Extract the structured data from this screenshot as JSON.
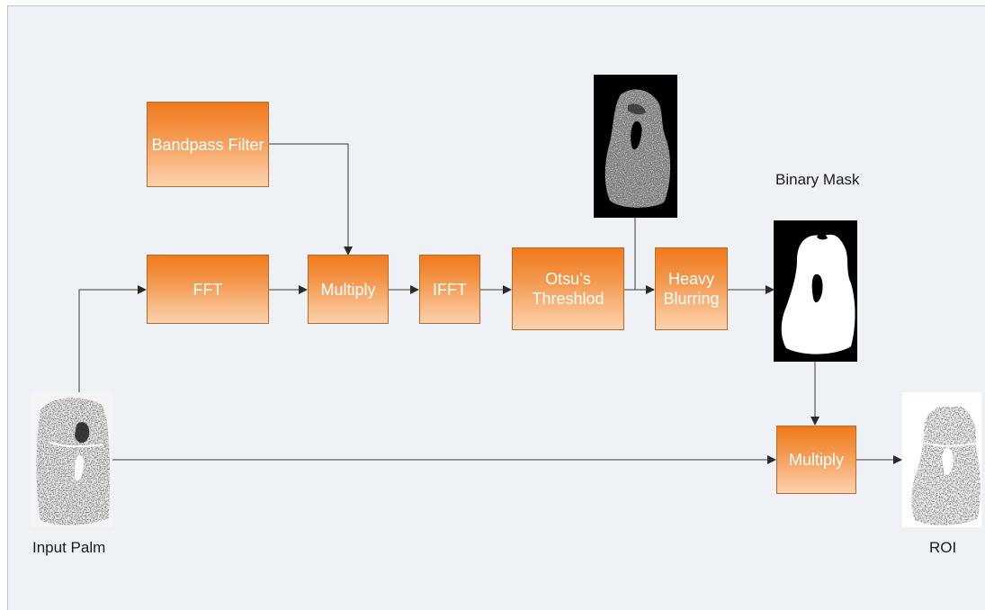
{
  "diagram": {
    "blocks": {
      "bandpass": "Bandpass Filter",
      "fft": "FFT",
      "multiply1": "Multiply",
      "ifft": "IFFT",
      "otsu": "Otsu’s\nThreshlod",
      "blur": "Heavy\nBlurring",
      "multiply2": "Multiply"
    },
    "labels": {
      "input": "Input Palm",
      "mask": "Binary Mask",
      "roi": "ROI"
    },
    "colors": {
      "block_top": "#f07a1c",
      "block_bottom": "#fcd2ae",
      "background": "#eef2f7",
      "arrow": "#2a2a2a"
    }
  }
}
